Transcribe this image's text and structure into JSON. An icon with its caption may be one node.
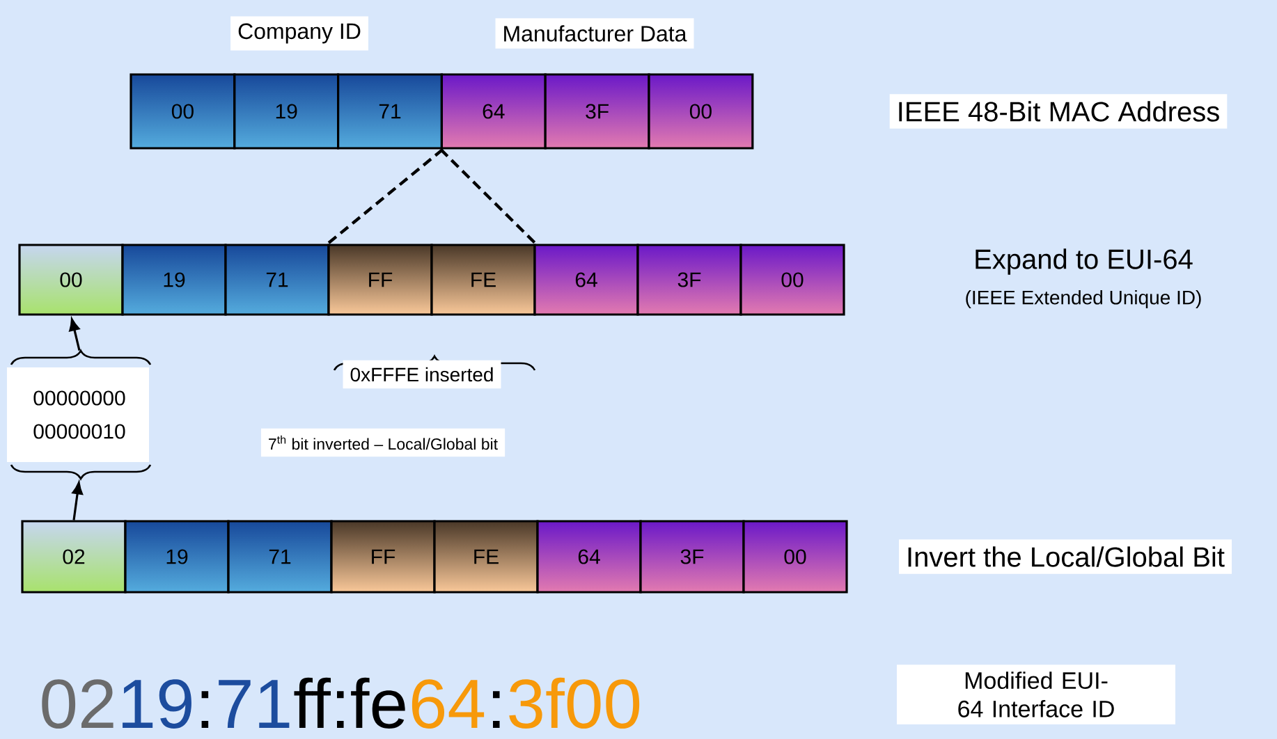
{
  "diagram": {
    "nodes": [
      {
        "text": [
          "00"
        ]
      },
      {
        "text": [
          "19"
        ]
      },
      {
        "text": [
          "71"
        ]
      },
      {
        "text": [
          "64"
        ]
      },
      {
        "text": [
          "3F"
        ]
      },
      {
        "text": [
          "00"
        ]
      },
      {
        "text": [
          "00"
        ]
      },
      {
        "text": [
          "19"
        ]
      },
      {
        "text": [
          "71"
        ]
      },
      {
        "text": [
          "FF"
        ]
      },
      {
        "text": [
          "FE"
        ]
      },
      {
        "text": [
          "64"
        ]
      },
      {
        "text": [
          "3F"
        ]
      },
      {
        "text": [
          "00"
        ]
      },
      {
        "text": [
          "02"
        ]
      },
      {
        "text": [
          "19"
        ]
      },
      {
        "text": [
          "71"
        ]
      },
      {
        "text": [
          "FF"
        ]
      },
      {
        "text": [
          "FE"
        ]
      },
      {
        "text": [
          "64"
        ]
      },
      {
        "text": [
          "3F"
        ]
      },
      {
        "text": [
          "00"
        ]
      },
      {
        "text": [
          "00000000",
          "00000010"
        ]
      }
    ],
    "edges": [
      {
        "from": 22,
        "to": 6,
        "arrow": "to"
      },
      {
        "from": 14,
        "to": 22,
        "arrow": "to"
      },
      {
        "from": 2,
        "to": 9,
        "arrow": "none",
        "style": "dashed"
      },
      {
        "from": 3,
        "to": 10,
        "arrow": "none",
        "style": "dashed"
      }
    ],
    "labels": [
      "Company ID",
      "Manufacturer Data",
      "IEEE 48-Bit MAC Address",
      "Expand to EUI-64",
      "(IEEE Extended Unique ID)",
      "0xFFFE inserted",
      "7$^{th}$ bit inverted – Local/Global bit",
      "Invert the Local/Global Bit",
      "02",
      "19",
      ":",
      "71",
      "ff:fe",
      "64",
      ":",
      "3f00",
      "Modified EUI-64 Interface ID"
    ]
  }
}
